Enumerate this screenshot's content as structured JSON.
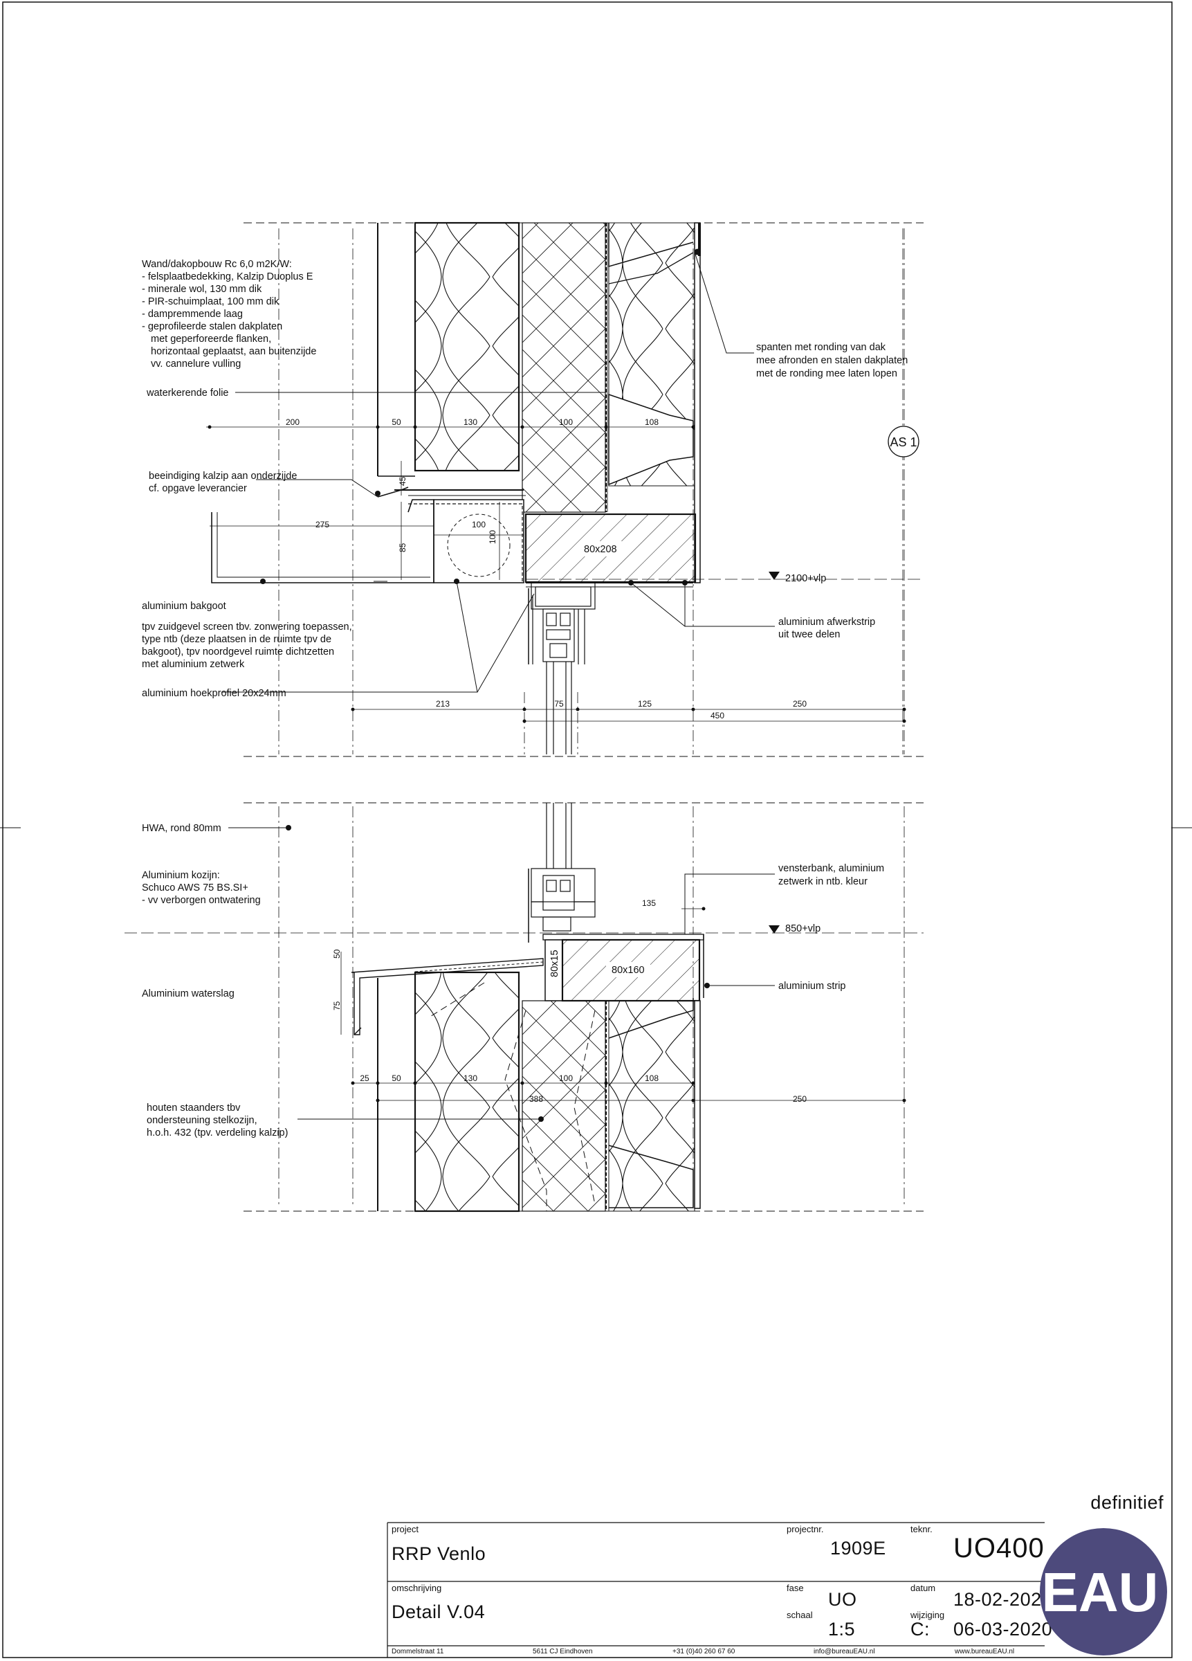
{
  "labels": {
    "wall_build": [
      "Wand/dakopbouw Rc 6,0 m2K/W:",
      "- felsplaatbedekking, Kalzip Duoplus E",
      "- minerale wol, 130 mm dik",
      "- PIR-schuimplaat, 100 mm dik",
      "- dampremmende laag",
      "- geprofileerde stalen dakplaten",
      "met geperforeerde flanken,",
      "horizontaal geplaatst, aan buitenzijde",
      "vv. cannelure vulling"
    ],
    "waterkerende_folie": "waterkerende folie",
    "beeindiging": [
      "beeindiging kalzip aan onderzijde",
      "cf. opgave leverancier"
    ],
    "bakgoot": "aluminium bakgoot",
    "screen": [
      "tpv zuidgevel screen tbv. zonwering toepassen,",
      "type ntb (deze plaatsen in de ruimte tpv de",
      "bakgoot), tpv noordgevel ruimte dichtzetten",
      "met aluminium zetwerk"
    ],
    "hoekprofiel": "aluminium hoekprofiel 20x24mm",
    "spanten": [
      "spanten met ronding van dak",
      "mee afronden en stalen dakplaten",
      "met de ronding mee laten lopen"
    ],
    "afwerkstrip": [
      "aluminium afwerkstrip",
      "uit twee delen"
    ],
    "hwa": "HWA, rond 80mm",
    "kozijn": [
      "Aluminium kozijn:",
      "Schuco AWS 75 BS.SI+",
      "- vv verborgen ontwatering"
    ],
    "vensterbank": [
      "vensterbank, aluminium",
      "zetwerk in ntb. kleur"
    ],
    "waterslag": "Aluminium waterslag",
    "strip": "aluminium strip",
    "staanders": [
      "houten staanders tbv",
      "ondersteuning stelkozijn,",
      "h.o.h. 432 (tpv. verdeling kalzip)"
    ],
    "axis": "AS 1",
    "level_top": "2100+vlp",
    "level_bottom": "850+vlp",
    "beam_top": "80x208",
    "beam_bottom": "80x160",
    "beam_small": "80x15"
  },
  "dims": {
    "top_row": [
      "200",
      "50",
      "130",
      "100",
      "108"
    ],
    "gutter_width": "275",
    "gutter_inner": "100",
    "gutter_height": "85",
    "gutter_v100": "100",
    "gutter_v45": "45",
    "frame_row": [
      "213",
      "75",
      "125",
      "250"
    ],
    "frame_total": "450",
    "sill_135": "135",
    "slope_50": "50",
    "slope_75": "75",
    "bottom_row": [
      "25",
      "50",
      "130",
      "100",
      "108"
    ],
    "bottom_388": "388",
    "bottom_250": "250"
  },
  "titleblock": {
    "status": "definitief",
    "project_label": "project",
    "project": "RRP Venlo",
    "projectnr_label": "projectnr.",
    "projectnr": "1909E",
    "teknr_label": "teknr.",
    "teknr": "UO400",
    "omschrijving_label": "omschrijving",
    "omschrijving": "Detail V.04",
    "fase_label": "fase",
    "fase": "UO",
    "schaal_label": "schaal",
    "schaal": "1:5",
    "datum_label": "datum",
    "datum": "18-02-2020",
    "wijziging_label": "wijziging",
    "wijziging_c": "C:",
    "wijziging": "06-03-2020",
    "footer": [
      "Dommelstraat 11",
      "5611 CJ Eindhoven",
      "+31 (0)40 260 67 60",
      "info@bureauEAU.nl",
      "www.bureauEAU.nl"
    ],
    "logo": "EAU"
  },
  "colors": {
    "logo_fill": "#4d4a7c",
    "line": "#111111"
  }
}
